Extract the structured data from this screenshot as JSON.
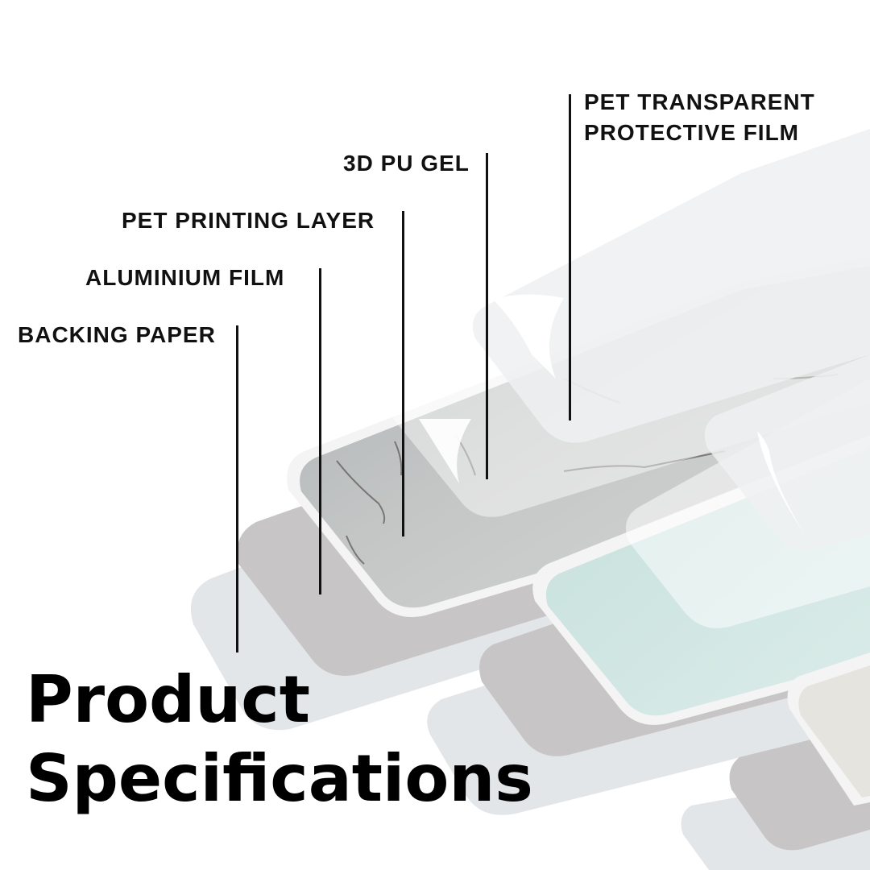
{
  "layers": {
    "backing_paper": "BACKING PAPER",
    "aluminium_film": "ALUMINIUM FILM",
    "pet_printing_layer": "PET PRINTING LAYER",
    "pu_gel": "3D PU GEL",
    "pet_protective_line1": "PET TRANSPARENT",
    "pet_protective_line2": "PROTECTIVE FILM"
  },
  "title": {
    "line1": "Product",
    "line2": "Specifications"
  },
  "colors": {
    "background": "#ffffff",
    "text": "#111111",
    "backing_paper": "#e3e6e8",
    "aluminium_film": "#c6c4c4",
    "marble_print": "#b9bcbc",
    "mint_tile": "#cfe4e1",
    "protective_film": "#eef0f1"
  }
}
